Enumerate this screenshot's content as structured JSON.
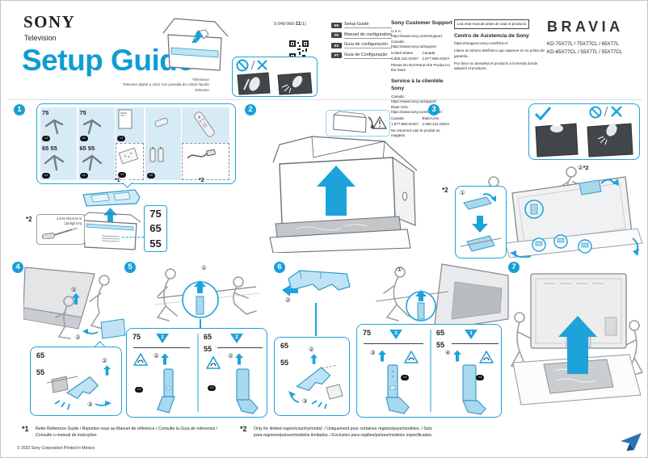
{
  "header": {
    "brand": "SONY",
    "product": "Television",
    "title": "Setup Guide",
    "sub1": "Téléviseur",
    "sub2": "Televisor digital a color con pantalla de cristal líquido",
    "sub3": "Televisor",
    "pn_prefix": "5-049-960-",
    "pn_bold": "11",
    "pn_suffix": "(1)"
  },
  "languages": [
    {
      "code": "EN",
      "label": "Setup Guide"
    },
    {
      "code": "FR",
      "label": "Manuel de configuration"
    },
    {
      "code": "ES",
      "label": "Guía de configuración"
    },
    {
      "code": "PT",
      "label": "Guia de Configuração"
    }
  ],
  "support_en": {
    "title": "Sony Customer Support",
    "usa_label": "U.S.A.:",
    "usa_url": "https://www.sony.com/tvsupport",
    "canada_label": "Canada:",
    "canada_url": "https://www.sony.ca/support",
    "col1_head": "United States",
    "col2_head": "Canada",
    "col1_phone": "1.800.222.SONY",
    "col2_phone": "1.877.899.SONY",
    "note": "Please Do Not Return the Product to the Store"
  },
  "support_fr": {
    "title": "Service à la clientèle Sony",
    "canada_label": "Canada :",
    "canada_url": "https://www.sony.ca/support",
    "usa_label": "États-Unis :",
    "usa_url": "https://www.sony.com/tvsupport",
    "col1_head": "Canada",
    "col2_head": "États-Unis",
    "col1_phone": "1.877.899.SONY",
    "col2_phone": "1.800.222.SONY",
    "note": "Ne retournez pas le produit au magasin."
  },
  "support_es": {
    "notice": "Lea este manual antes de usar el producto",
    "title": "Centro de Asistencia de Sony",
    "url": "https://esupport.sony.com/ES/LA/",
    "line1": "Llame al número telefónico que aparece en su póliza de garantía.",
    "line2": "Por favor no devuelva el producto a la tienda donde adquirió el producto."
  },
  "bravia": {
    "logo": "BRAVIA",
    "models1": "KD-75X77L / 75X77CL / 65X77L",
    "models2": "KD-65X77CL / 55X77L / 55X77CL"
  },
  "steps": {
    "n1": "1",
    "n2": "2",
    "n3": "3",
    "n4": "4",
    "n5": "5",
    "n6": "6",
    "n7": "7"
  },
  "sizes": {
    "s75": "75",
    "s65": "65",
    "s55": "55",
    "s6555": "65 55"
  },
  "marks": {
    "c1": "①",
    "c2": "②",
    "c3": "③",
    "c4": "④",
    "fn1": "*1",
    "fn2": "*2",
    "qty1": "×1",
    "qty2": "×2"
  },
  "step1": {
    "torque1": "1.5 N·m/1,5 N·m",
    "torque2": "(15 kgf·cm)"
  },
  "step5": {
    "slot_left": "1",
    "slot_right": "2"
  },
  "step6": {
    "slot_left": "2",
    "slot_right": "1"
  },
  "footnotes": {
    "fn1_text": "Refer Reference Guide / Reportez-vous au Manuel de référence / Consulte la Guía de referencia / Consulte o manual de instruções",
    "fn2_text": "Only for limited region/country/model. / Uniquement pour certaines régions/pays/modèles. / Solo para regiones/países/modelos limitados. / Exclusivo para regiões/países/modelos especificados.",
    "copyright": "© 2023 Sony Corporation  Printed in Mexico"
  }
}
